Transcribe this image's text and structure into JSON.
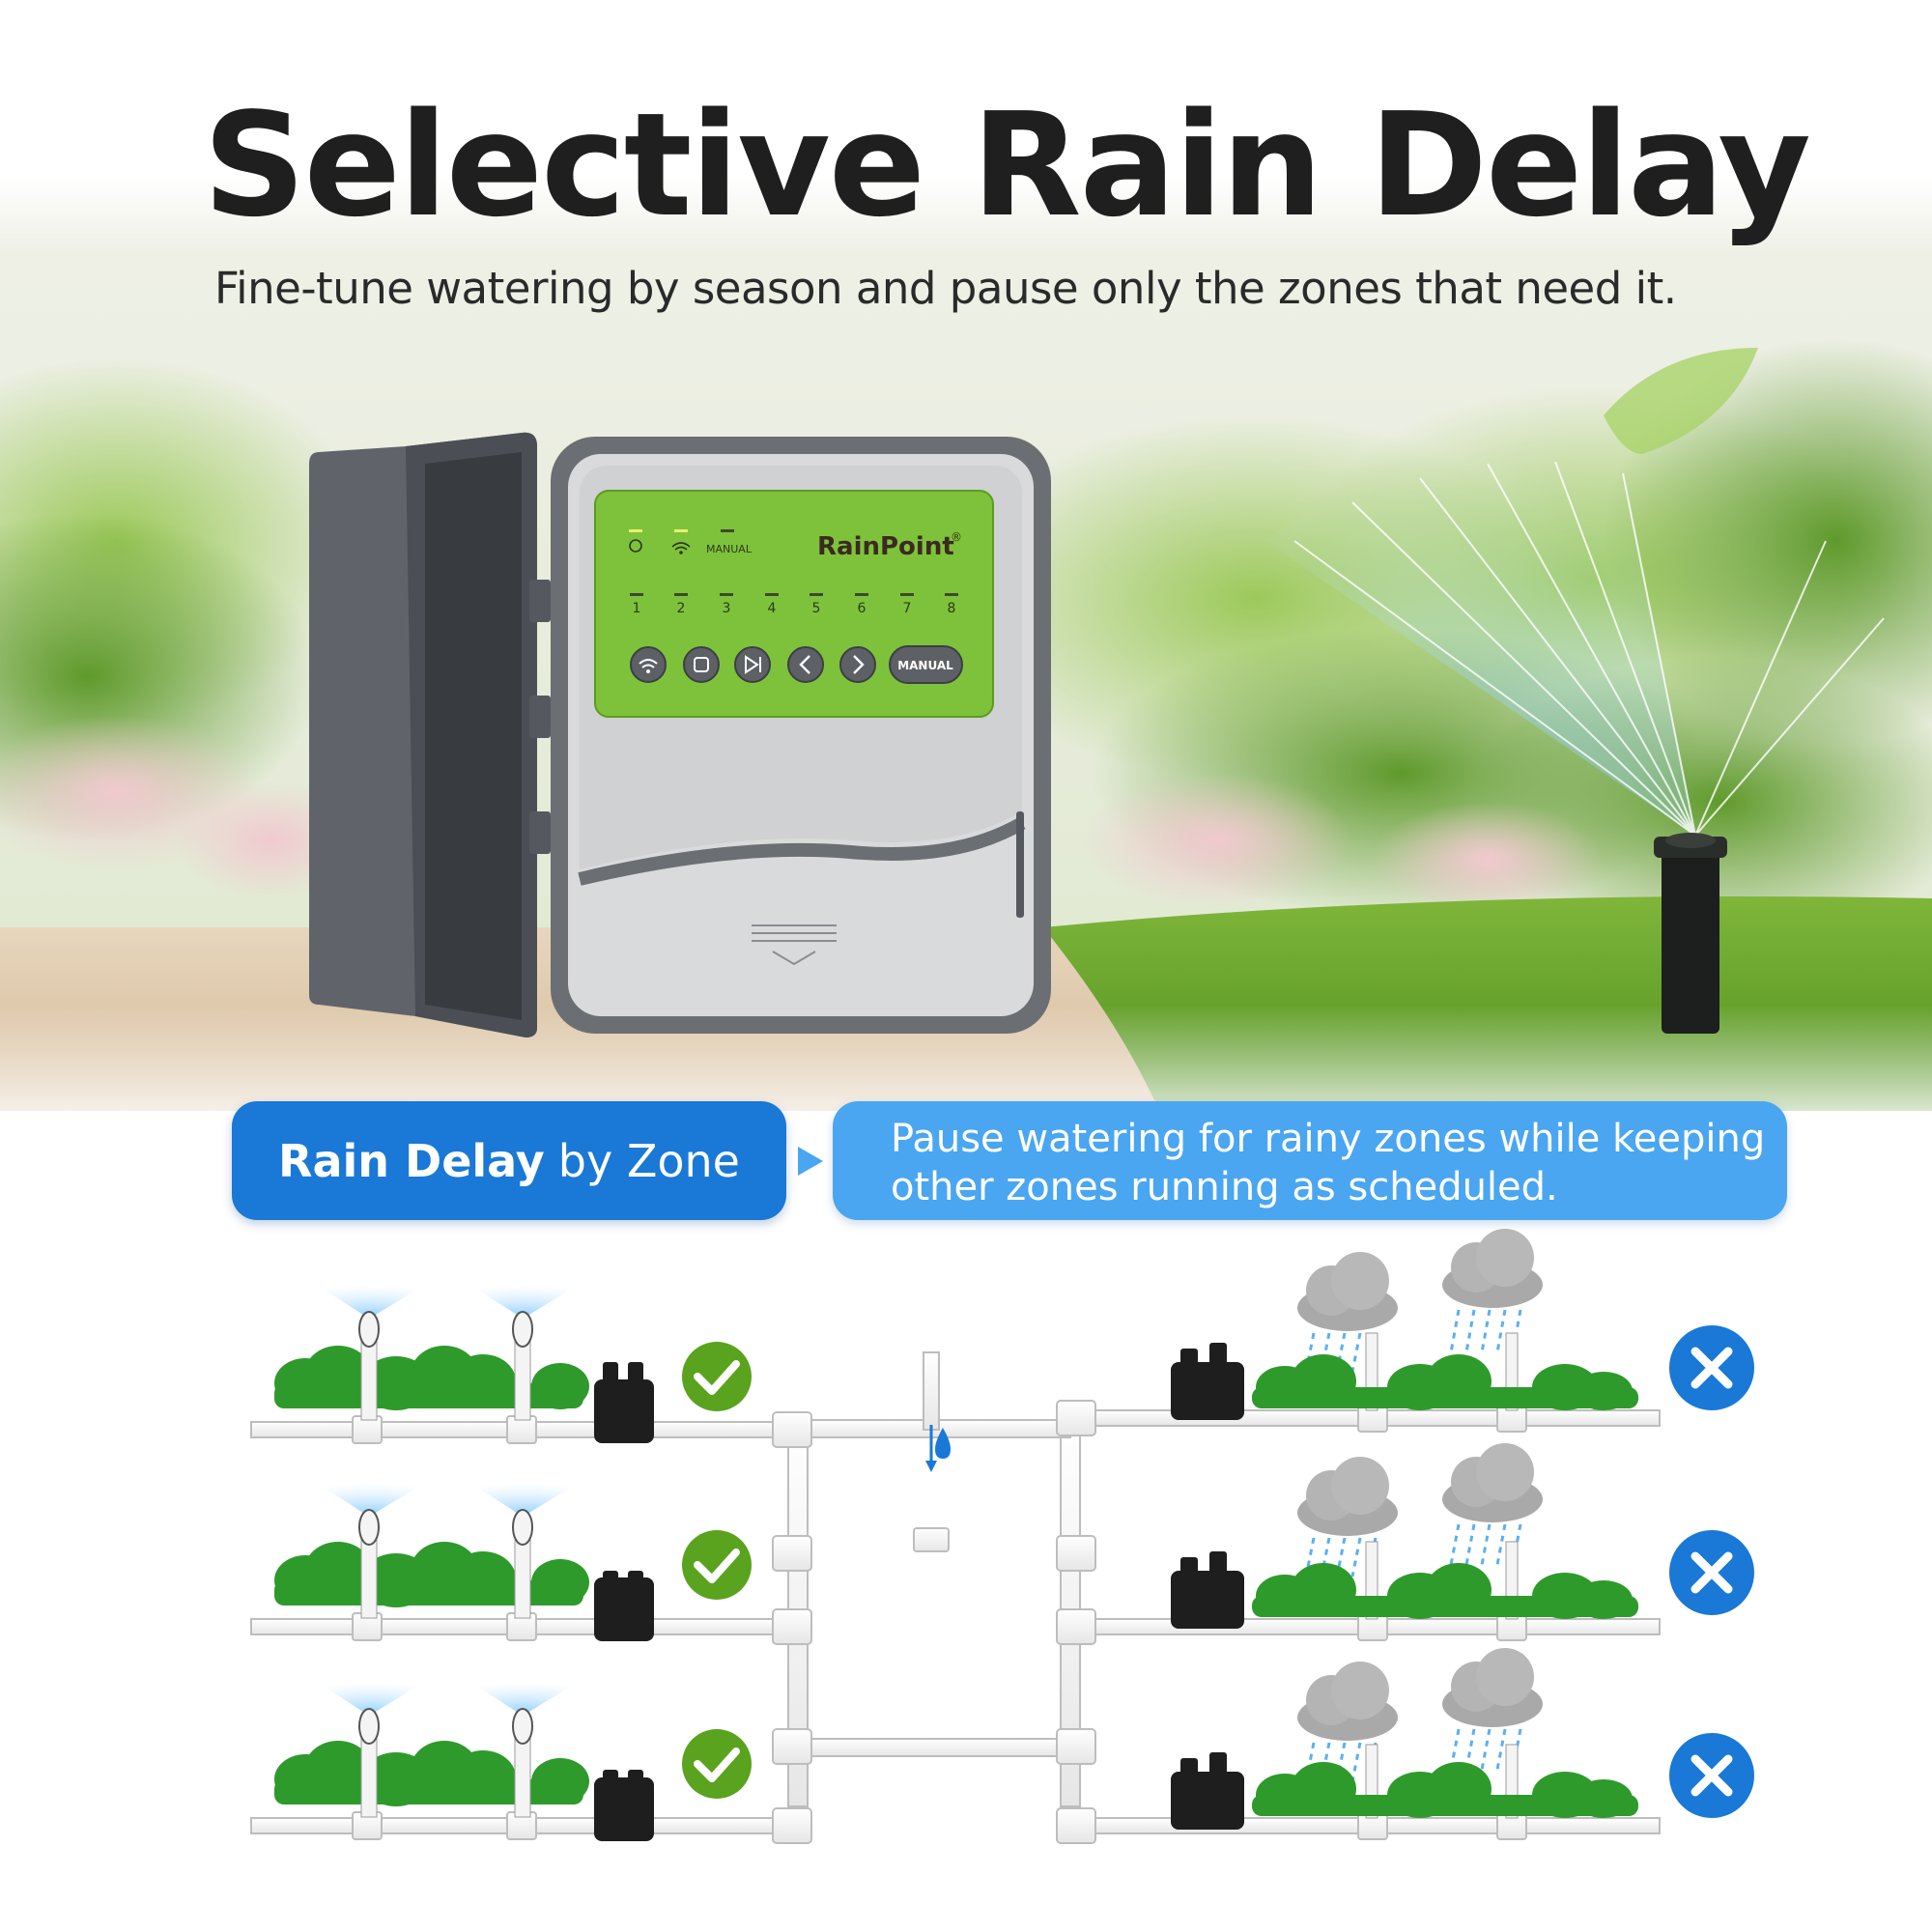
{
  "title": "Selective Rain Delay",
  "subtitle": "Fine-tune watering by season and pause only the zones that need it.",
  "controller": {
    "brand": "RainPoint",
    "registered_mark": "®",
    "indicator_label_manual": "MANUAL",
    "zone_numbers": [
      "1",
      "2",
      "3",
      "4",
      "5",
      "6",
      "7",
      "8"
    ],
    "manual_button_label": "MANUAL"
  },
  "feature": {
    "label_bold": "Rain Delay",
    "label_rest": "by Zone",
    "description_line1": "Pause watering for rainy zones  while keeping",
    "description_line2": "other zones  running as scheduled."
  },
  "zones_left": [
    {
      "status": "watering",
      "status_icon": "check-icon"
    },
    {
      "status": "watering",
      "status_icon": "check-icon"
    },
    {
      "status": "watering",
      "status_icon": "check-icon"
    }
  ],
  "zones_right": [
    {
      "status": "paused",
      "status_icon": "cross-icon"
    },
    {
      "status": "paused",
      "status_icon": "cross-icon"
    },
    {
      "status": "paused",
      "status_icon": "cross-icon"
    }
  ],
  "colors": {
    "title": "#1f1f1f",
    "brand_blue": "#1a78d6",
    "light_blue": "#4aa6f0",
    "panel_green": "#7ec23b",
    "check_green": "#5aa31e",
    "bush_green": "#2e9a2c",
    "cross_blue": "#1a78d6",
    "housing_gray": "#6b6f73"
  }
}
